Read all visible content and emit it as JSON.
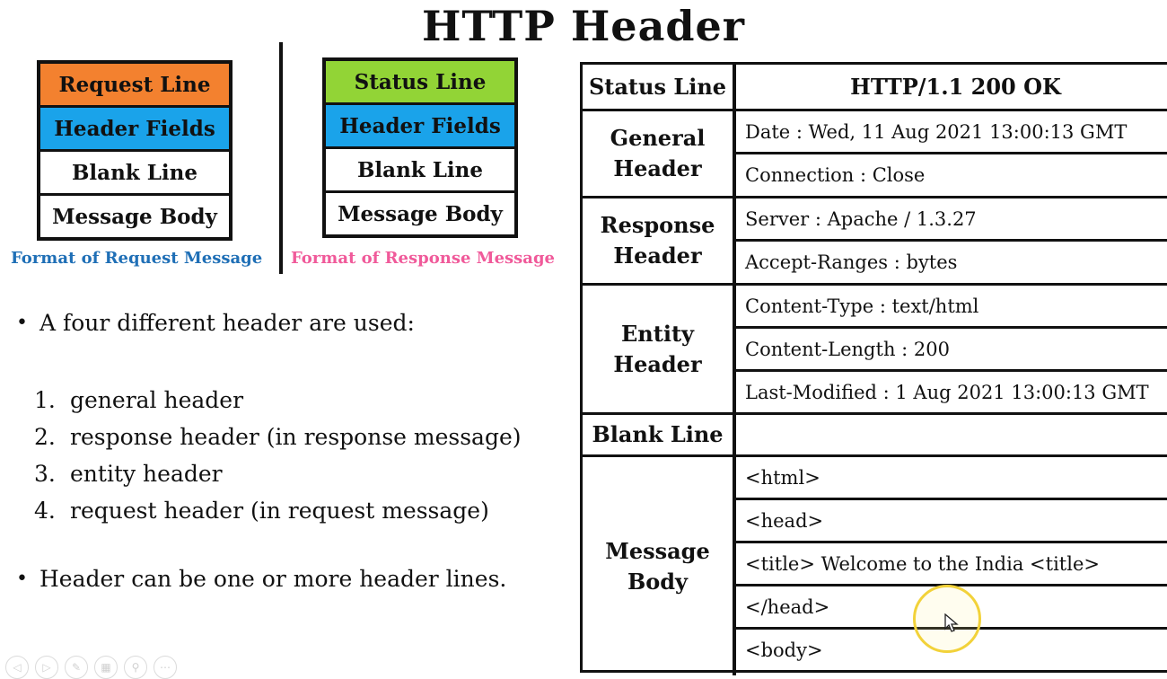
{
  "title": "HTTP Header",
  "request_format": {
    "rows": [
      {
        "label": "Request Line",
        "color": "#f3812f"
      },
      {
        "label": "Header Fields",
        "color": "#1aa3ea"
      },
      {
        "label": "Blank Line",
        "color": "#ffffff"
      },
      {
        "label": "Message Body",
        "color": "#ffffff"
      }
    ],
    "caption": "Format of Request Message",
    "caption_color": "#1f6fb6"
  },
  "response_format": {
    "rows": [
      {
        "label": "Status Line",
        "color": "#92d436"
      },
      {
        "label": "Header Fields",
        "color": "#1aa3ea"
      },
      {
        "label": "Blank Line",
        "color": "#ffffff"
      },
      {
        "label": "Message Body",
        "color": "#ffffff"
      }
    ],
    "caption": "Format of Response Message",
    "caption_color": "#f05a9a"
  },
  "bullets": {
    "first": "A four different header are used:",
    "list": [
      {
        "num": "1.",
        "text": "general header"
      },
      {
        "num": "2.",
        "text": "response header (in response message)"
      },
      {
        "num": "3.",
        "text": "entity header"
      },
      {
        "num": "4.",
        "text": "request header (in request message)"
      }
    ],
    "last": "Header can be one or more header lines."
  },
  "table": {
    "status_line_label": "Status Line",
    "status_line_value": "HTTP/1.1  200  OK",
    "general_header_label": "General Header",
    "general_header_values": [
      "Date : Wed, 11 Aug 2021 13:00:13 GMT",
      "Connection : Close"
    ],
    "response_header_label": "Response Header",
    "response_header_values": [
      "Server : Apache / 1.3.27",
      "Accept-Ranges : bytes"
    ],
    "entity_header_label": "Entity Header",
    "entity_header_values": [
      "Content-Type : text/html",
      "Content-Length : 200",
      "Last-Modified : 1 Aug 2021 13:00:13 GMT"
    ],
    "blank_line_label": "Blank Line",
    "message_body_label": "Message Body",
    "message_body_values": [
      "<html>",
      "<head>",
      "<title> Welcome to the India <title>",
      "</head>",
      "<body>"
    ]
  },
  "toolbar_icons": [
    "previous-icon",
    "next-icon",
    "pen-icon",
    "slides-icon",
    "zoom-icon",
    "more-icon"
  ]
}
